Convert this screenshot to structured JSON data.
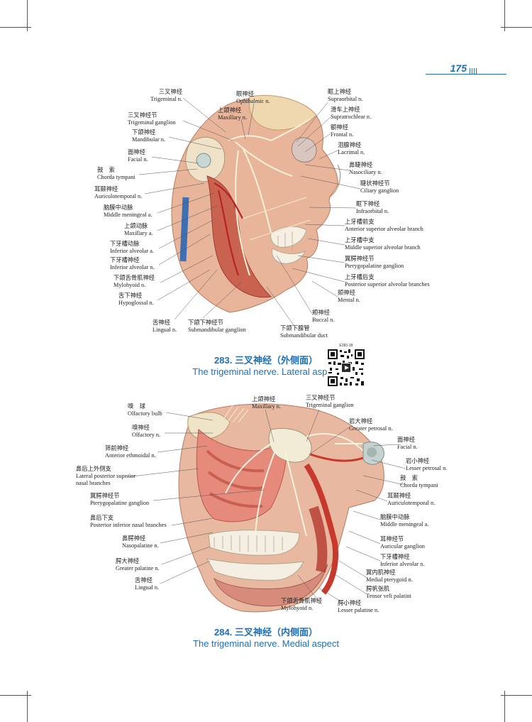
{
  "page": {
    "number": "175"
  },
  "figure283": {
    "caption_cn": "283. 三叉神经（外侧面）",
    "caption_en": "The trigeminal nerve. Lateral aspect",
    "qr_code_text": "E283.1B",
    "labels_left": [
      {
        "cn": "三叉神经",
        "en": "Trigeminal n."
      },
      {
        "cn": "三叉神经节",
        "en": "Trigeminal ganglion"
      },
      {
        "cn": "下颌神经",
        "en": "Mandibular n."
      },
      {
        "cn": "面神经",
        "en": "Facial n."
      },
      {
        "cn": "鼓　索",
        "en": "Chorda tympani"
      },
      {
        "cn": "耳颞神经",
        "en": "Auriculotemporal n."
      },
      {
        "cn": "脑膜中动脉",
        "en": "Middle meningeal a."
      },
      {
        "cn": "上颌动脉",
        "en": "Maxillary a."
      },
      {
        "cn": "下牙槽动脉",
        "en": "Inferior alveolar a."
      },
      {
        "cn": "下牙槽神经",
        "en": "Inferior alveolar n."
      },
      {
        "cn": "下颌舌骨肌神经",
        "en": "Mylohyoid n."
      },
      {
        "cn": "舌下神经",
        "en": "Hypoglossal n."
      }
    ],
    "labels_top": [
      {
        "cn": "眼神经",
        "en": "Ophthalmic n."
      },
      {
        "cn": "上颌神经",
        "en": "Maxillary n."
      }
    ],
    "labels_right": [
      {
        "cn": "眶上神经",
        "en": "Supraorbital n."
      },
      {
        "cn": "滑车上神经",
        "en": "Supratrochlear n."
      },
      {
        "cn": "额神经",
        "en": "Frontal n."
      },
      {
        "cn": "泪腺神经",
        "en": "Lacrimal n."
      },
      {
        "cn": "鼻睫神经",
        "en": "Nasociliary n."
      },
      {
        "cn": "睫状神经节",
        "en": "Ciliary ganglion"
      },
      {
        "cn": "眶下神经",
        "en": "Infraorbital n."
      },
      {
        "cn": "上牙槽前支",
        "en": "Anterior superior alveolar branch"
      },
      {
        "cn": "上牙槽中支",
        "en": "Middle superior alveolar branch"
      },
      {
        "cn": "翼腭神经节",
        "en": "Pterygopalatine ganglion"
      },
      {
        "cn": "上牙槽后支",
        "en": "Posterior superior alveolar branches"
      },
      {
        "cn": "颏神经",
        "en": "Mental n."
      }
    ],
    "labels_bottom": [
      {
        "cn": "舌神经",
        "en": "Lingual n."
      },
      {
        "cn": "下颌下神经节",
        "en": "Submandibular ganglion"
      },
      {
        "cn": "颊神经",
        "en": "Buccal n."
      },
      {
        "cn": "下颌下腺管",
        "en": "Submandibular duct"
      }
    ]
  },
  "figure284": {
    "caption_cn": "284. 三叉神经（内侧面）",
    "caption_en": "The trigeminal nerve. Medial aspect",
    "labels_left": [
      {
        "cn": "嗅　球",
        "en": "Olfactory bulb"
      },
      {
        "cn": "嗅神经",
        "en": "Olfactory n."
      },
      {
        "cn": "筛前神经",
        "en": "Anterior ethmoidal n."
      },
      {
        "cn": "鼻后上外侧支",
        "en": "Lateral posterior superior",
        "en2": "nasal branches"
      },
      {
        "cn": "翼腭神经节",
        "en": "Pterygopalatine ganglion"
      },
      {
        "cn": "鼻后下支",
        "en": "Posterior inferior nasal branches"
      },
      {
        "cn": "鼻腭神经",
        "en": "Nasopalatine n."
      },
      {
        "cn": "腭大神经",
        "en": "Greater palatine n."
      },
      {
        "cn": "舌神经",
        "en": "Lingual n."
      }
    ],
    "labels_top": [
      {
        "cn": "上颌神经",
        "en": "Maxillary n."
      },
      {
        "cn": "三叉神经节",
        "en": "Trigeminal ganglion"
      }
    ],
    "labels_right": [
      {
        "cn": "岩大神经",
        "en": "Greater petrosal n."
      },
      {
        "cn": "面神经",
        "en": "Facial n."
      },
      {
        "cn": "岩小神经",
        "en": "Lesser petrosal n."
      },
      {
        "cn": "鼓　索",
        "en": "Chorda tympani"
      },
      {
        "cn": "耳颞神经",
        "en": "Auriculotemporal n."
      },
      {
        "cn": "脑膜中动脉",
        "en": "Middle meningeal a."
      },
      {
        "cn": "耳神经节",
        "en": "Auricular ganglion"
      },
      {
        "cn": "下牙槽神经",
        "en": "Inferior alveolar n."
      },
      {
        "cn": "翼内肌神经",
        "en": "Medial pterygoid n."
      },
      {
        "cn": "腭帆张肌",
        "en": "Tensor veli palatini"
      }
    ],
    "labels_bottom": [
      {
        "cn": "下颌舌骨肌神经",
        "en": "Mylohyoid n."
      },
      {
        "cn": "腭小神经",
        "en": "Lesser palatine n."
      }
    ]
  }
}
